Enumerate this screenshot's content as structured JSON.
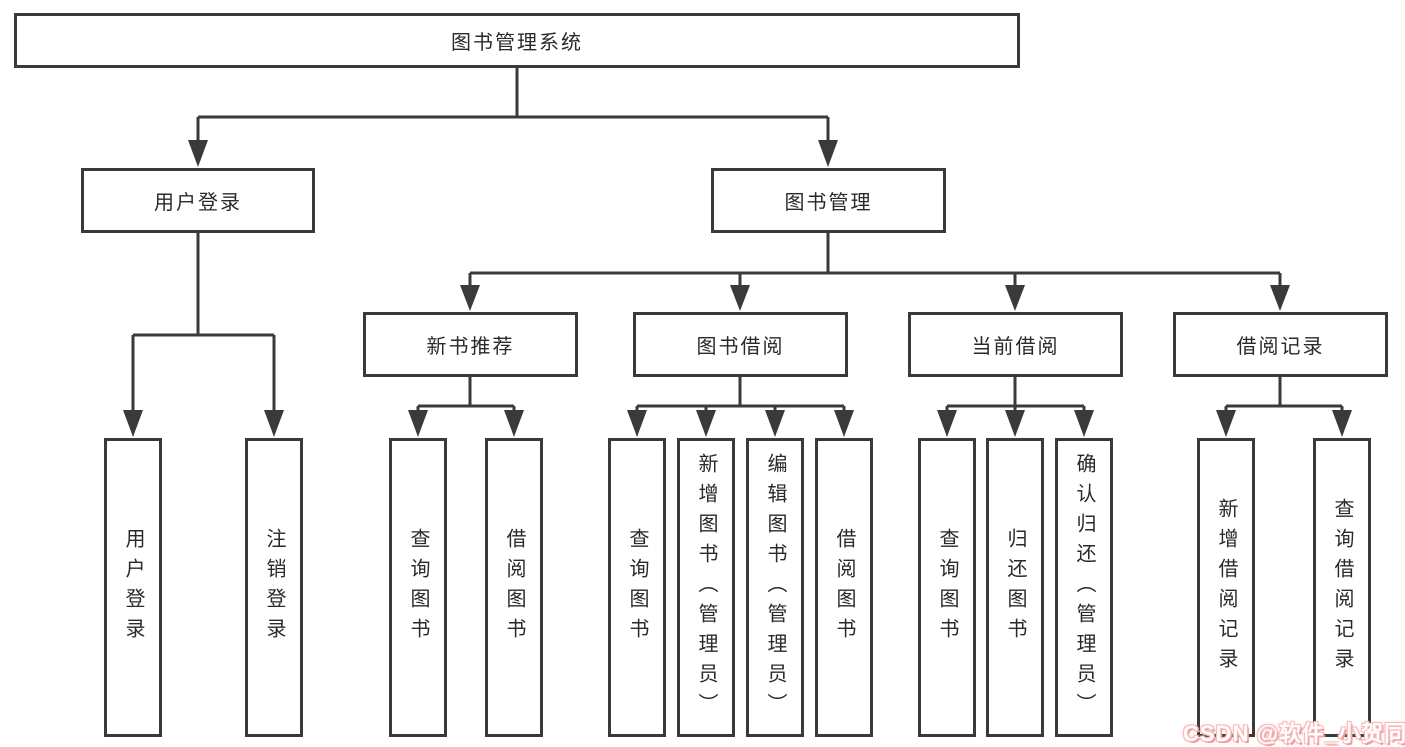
{
  "colors": {
    "line": "#3a3a3a",
    "box_border": "#3a3a3a",
    "text": "#2a2a2a",
    "background": "#ffffff",
    "watermark_pink": "#f49c9c"
  },
  "watermark": {
    "text": "CSDN @软件_小贺同学"
  },
  "tree": {
    "label": "图书管理系统",
    "children": [
      {
        "label": "用户登录",
        "children": [
          {
            "label": "用户登录"
          },
          {
            "label": "注销登录"
          }
        ]
      },
      {
        "label": "图书管理",
        "children": [
          {
            "label": "新书推荐",
            "children": [
              {
                "label": "查询图书"
              },
              {
                "label": "借阅图书"
              }
            ]
          },
          {
            "label": "图书借阅",
            "children": [
              {
                "label": "查询图书"
              },
              {
                "label": "新增图书（管理员）"
              },
              {
                "label": "编辑图书（管理员）"
              },
              {
                "label": "借阅图书"
              }
            ]
          },
          {
            "label": "当前借阅",
            "children": [
              {
                "label": "查询图书"
              },
              {
                "label": "归还图书"
              },
              {
                "label": "确认归还（管理员）"
              }
            ]
          },
          {
            "label": "借阅记录",
            "children": [
              {
                "label": "新增借阅记录"
              },
              {
                "label": "查询借阅记录"
              }
            ]
          }
        ]
      }
    ]
  }
}
